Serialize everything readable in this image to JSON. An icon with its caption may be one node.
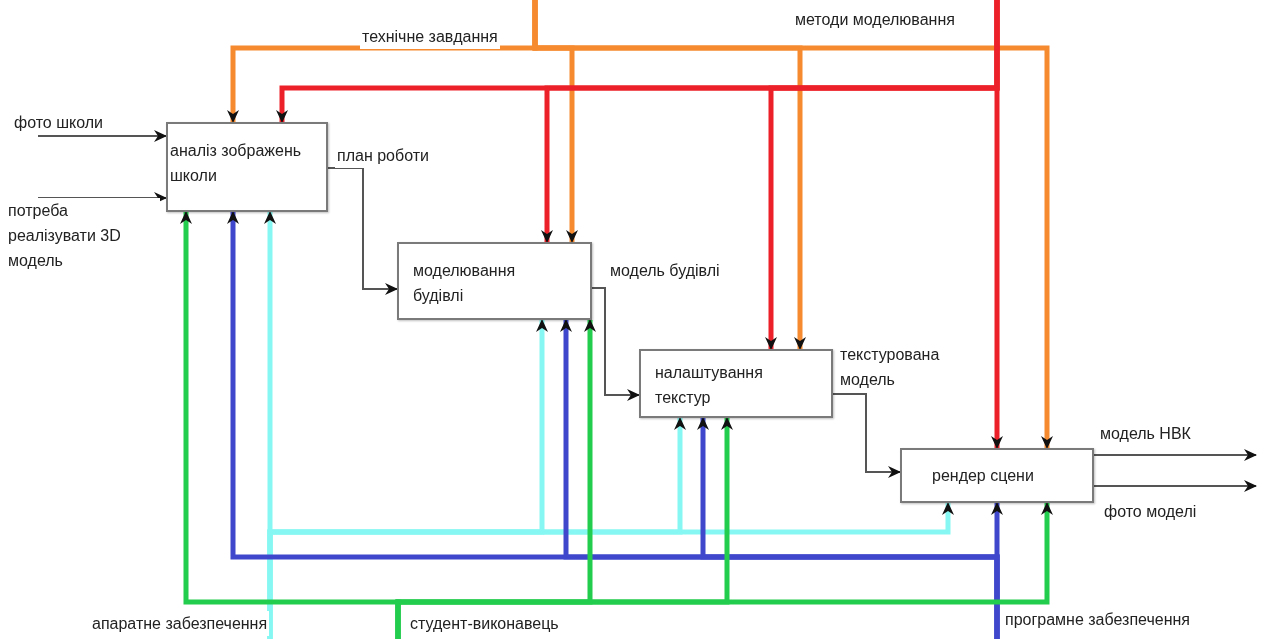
{
  "diagram": {
    "nodes": [
      {
        "text": [
          "аналіз зображень школи"
        ]
      },
      {
        "text": [
          "моделювання будівлі"
        ]
      },
      {
        "text": [
          "налаштування текстур"
        ]
      },
      {
        "text": [
          "рендер сцени"
        ]
      }
    ],
    "edges": [
      {
        "from": null,
        "to": 0,
        "arrow": "to",
        "label": "фото школи"
      },
      {
        "from": null,
        "to": 0,
        "arrow": "to",
        "label": "потреба реалізувати 3D модель"
      },
      {
        "from": 0,
        "to": 1,
        "arrow": "to",
        "label": "план роботи"
      },
      {
        "from": 1,
        "to": 2,
        "arrow": "to",
        "label": "модель будівлі"
      },
      {
        "from": 2,
        "to": 3,
        "arrow": "to",
        "label": "текстурована модель"
      },
      {
        "from": 3,
        "to": null,
        "arrow": "to",
        "label": "модель НВК"
      },
      {
        "from": 3,
        "to": null,
        "arrow": "to",
        "label": "фото моделі"
      },
      {
        "from": null,
        "to": 0,
        "arrow": "to",
        "label": "технічне завдання",
        "color": "#f58a2e"
      },
      {
        "from": null,
        "to": 1,
        "arrow": "to",
        "color": "#f58a2e"
      },
      {
        "from": null,
        "to": 2,
        "arrow": "to",
        "color": "#f58a2e"
      },
      {
        "from": null,
        "to": 3,
        "arrow": "to",
        "color": "#f58a2e"
      },
      {
        "from": null,
        "to": 0,
        "arrow": "to",
        "label": "методи моделювання",
        "color": "#ec2028"
      },
      {
        "from": null,
        "to": 1,
        "arrow": "to",
        "color": "#ec2028"
      },
      {
        "from": null,
        "to": 2,
        "arrow": "to",
        "color": "#ec2028"
      },
      {
        "from": null,
        "to": 3,
        "arrow": "to",
        "color": "#ec2028"
      },
      {
        "from": null,
        "to": 0,
        "arrow": "to",
        "label": "апаратне забезпечення",
        "color": "#86f7f2"
      },
      {
        "from": null,
        "to": 1,
        "arrow": "to",
        "color": "#86f7f2"
      },
      {
        "from": null,
        "to": 2,
        "arrow": "to",
        "color": "#86f7f2"
      },
      {
        "from": null,
        "to": 3,
        "arrow": "to",
        "color": "#86f7f2"
      },
      {
        "from": null,
        "to": 0,
        "arrow": "to",
        "label": "програмне забезпечення",
        "color": "#3f48cc"
      },
      {
        "from": null,
        "to": 1,
        "arrow": "to",
        "color": "#3f48cc"
      },
      {
        "from": null,
        "to": 2,
        "arrow": "to",
        "color": "#3f48cc"
      },
      {
        "from": null,
        "to": 3,
        "arrow": "to",
        "color": "#3f48cc"
      },
      {
        "from": null,
        "to": 0,
        "arrow": "to",
        "label": "студент-виконавець",
        "color": "#22cc4c"
      },
      {
        "from": null,
        "to": 1,
        "arrow": "to",
        "color": "#22cc4c"
      },
      {
        "from": null,
        "to": 2,
        "arrow": "to",
        "color": "#22cc4c"
      },
      {
        "from": null,
        "to": 3,
        "arrow": "to",
        "color": "#22cc4c"
      }
    ]
  }
}
